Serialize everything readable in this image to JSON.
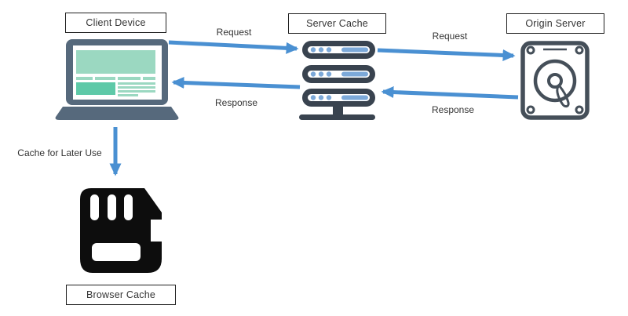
{
  "diagram": {
    "nodes": {
      "client": {
        "label": "Client Device"
      },
      "server_cache": {
        "label": "Server Cache"
      },
      "origin_server": {
        "label": "Origin Server"
      },
      "browser_cache": {
        "label": "Browser Cache"
      }
    },
    "edges": {
      "request_left": {
        "label": "Request",
        "from": "client",
        "to": "server_cache"
      },
      "response_left": {
        "label": "Response",
        "from": "server_cache",
        "to": "client"
      },
      "request_right": {
        "label": "Request",
        "from": "server_cache",
        "to": "origin_server"
      },
      "response_right": {
        "label": "Response",
        "from": "origin_server",
        "to": "server_cache"
      },
      "cache_note": {
        "label": "Cache for Later Use",
        "from": "client",
        "to": "browser_cache"
      }
    },
    "icons": {
      "client": "laptop-icon",
      "server_cache": "server-stack-icon",
      "origin_server": "hard-disk-icon",
      "browser_cache": "sd-card-icon"
    },
    "colors": {
      "arrow": "#4a90d2",
      "laptop_frame": "#56697c",
      "teal_light": "#9bd8c1",
      "teal_medium": "#5ec9a8",
      "server_outline": "#39434f",
      "server_accent": "#7ca9d9",
      "hdd_outline": "#454f59",
      "card_fill": "#0d0d0d",
      "box_border": "#1f1f1f",
      "text": "#333333"
    }
  }
}
